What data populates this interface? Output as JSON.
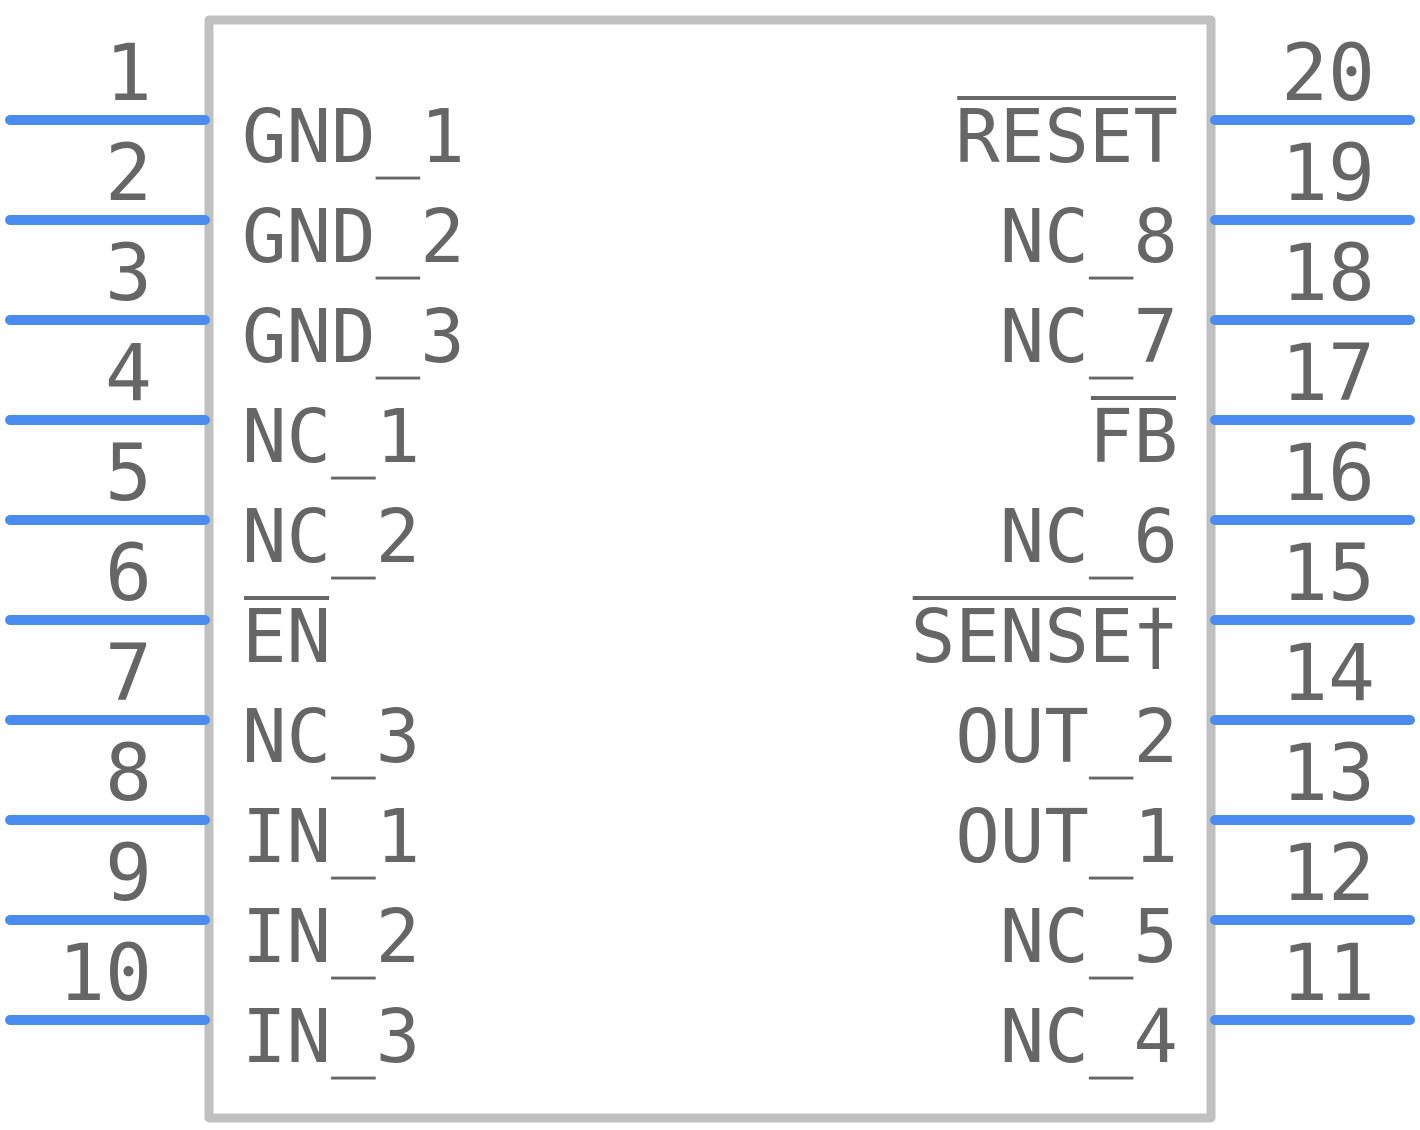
{
  "colors": {
    "body_outline": "#c0c0c0",
    "pin": "#4a8cf0",
    "text": "#666666"
  },
  "left_pins": [
    {
      "number": "1",
      "label": "GND_1"
    },
    {
      "number": "2",
      "label": "GND_2"
    },
    {
      "number": "3",
      "label": "GND_3"
    },
    {
      "number": "4",
      "label": "NC_1"
    },
    {
      "number": "5",
      "label": "NC_2"
    },
    {
      "number": "6",
      "label": "EN",
      "overbar": true
    },
    {
      "number": "7",
      "label": "NC_3"
    },
    {
      "number": "8",
      "label": "IN_1"
    },
    {
      "number": "9",
      "label": "IN_2"
    },
    {
      "number": "10",
      "label": "IN_3"
    }
  ],
  "right_pins": [
    {
      "number": "20",
      "label": "RESET",
      "overbar": true
    },
    {
      "number": "19",
      "label": "NC_8"
    },
    {
      "number": "18",
      "label": "NC_7"
    },
    {
      "number": "17",
      "label": "FB",
      "overbar": true
    },
    {
      "number": "16",
      "label": "NC_6"
    },
    {
      "number": "15",
      "label": "SENSE†",
      "overbar": true
    },
    {
      "number": "14",
      "label": "OUT_2"
    },
    {
      "number": "13",
      "label": "OUT_1"
    },
    {
      "number": "12",
      "label": "NC_5"
    },
    {
      "number": "11",
      "label": "NC_4"
    }
  ]
}
